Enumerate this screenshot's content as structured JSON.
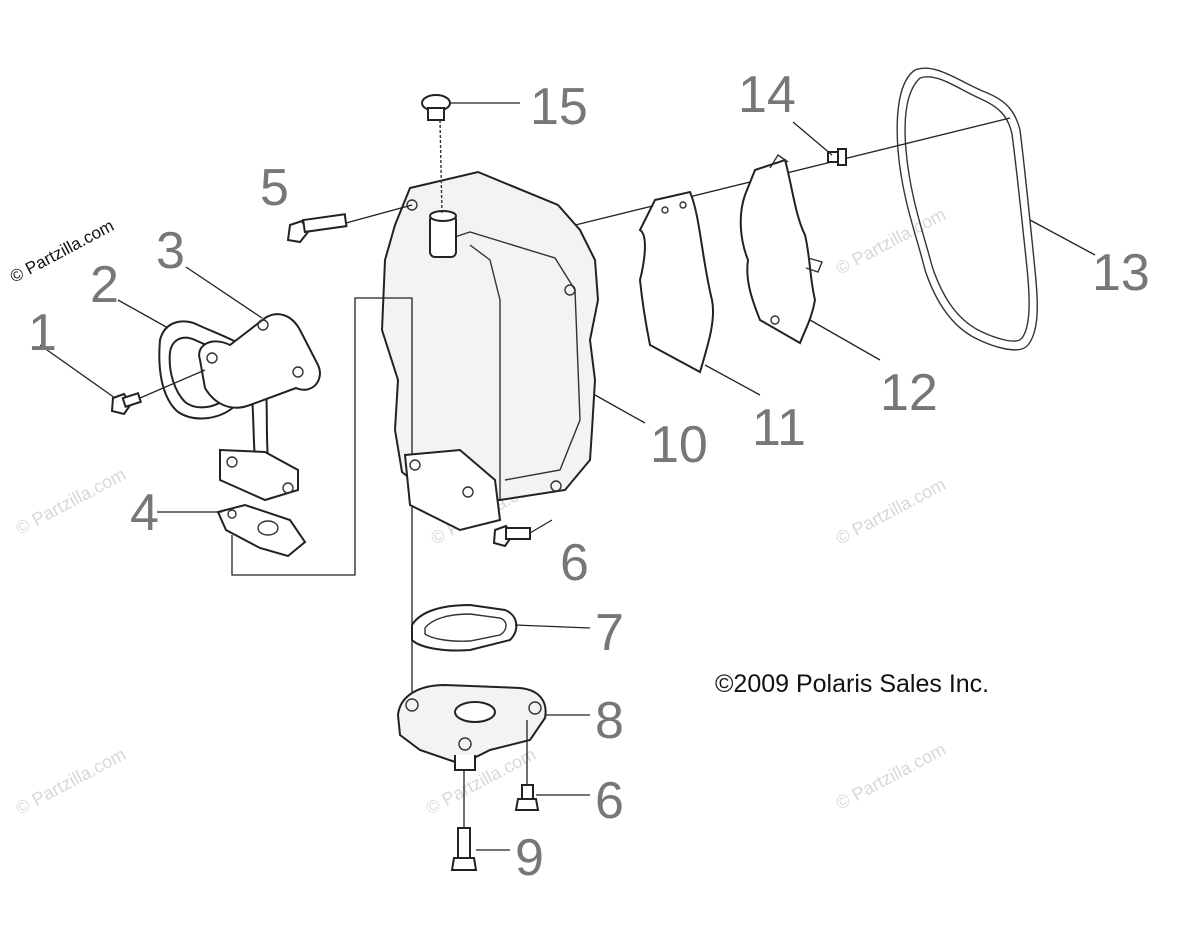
{
  "watermark_text": "© Partzilla.com",
  "copyright_text": "©2009 Polaris Sales Inc.",
  "callouts": [
    "1",
    "2",
    "3",
    "4",
    "5",
    "6",
    "7",
    "8",
    "9",
    "10",
    "11",
    "12",
    "13",
    "14",
    "15"
  ],
  "callout_6_second": "6"
}
